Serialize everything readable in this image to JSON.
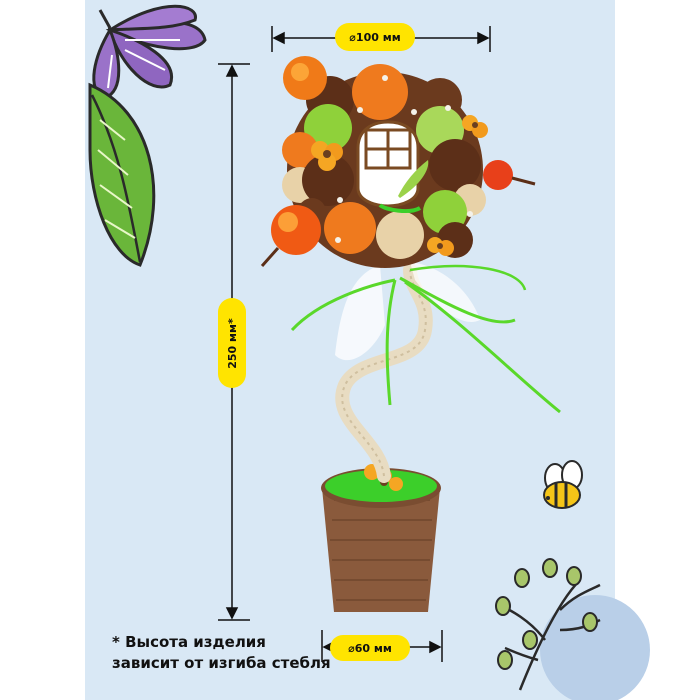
{
  "dimensions": {
    "top_diameter": "⌀100 мм",
    "height": "250 мм*",
    "pot_diameter": "⌀60 мм"
  },
  "note": {
    "line1": "* Высота изделия",
    "line2": "зависит от изгиба стебля"
  },
  "colors": {
    "background_panel": "#d9e8f5",
    "badge": "#ffe400",
    "pot": "#8a5a3c",
    "moss": "#3ccf2a",
    "ribbon_green": "#5ad82a",
    "flower_purple": "#9a72c9",
    "leaf_green": "#6ab63a"
  },
  "icons": [
    "purple-flower-icon",
    "green-leaf-icon",
    "bee-icon",
    "berry-branch-icon"
  ]
}
